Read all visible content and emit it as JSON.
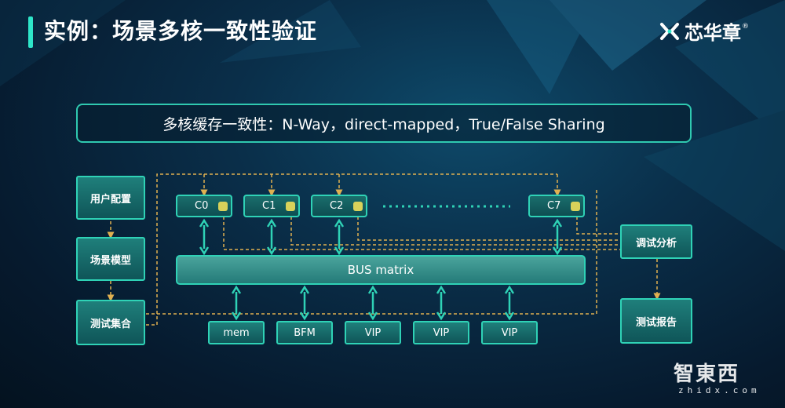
{
  "slide": {
    "title": "实例：场景多核一致性验证",
    "banner": "多核缓存一致性：N-Way，direct-mapped，True/False Sharing"
  },
  "logo": {
    "name": "芯华章",
    "reg": "®"
  },
  "left_flow": {
    "items": [
      "用户配置",
      "场景模型",
      "测试集合"
    ]
  },
  "cores": [
    "C0",
    "C1",
    "C2",
    "C7"
  ],
  "bus_label": "BUS matrix",
  "peripherals": [
    "mem",
    "BFM",
    "VIP",
    "VIP",
    "VIP"
  ],
  "right_flow": {
    "items": [
      "调试分析",
      "测试报告"
    ]
  },
  "watermark": {
    "main": "智東西",
    "sub": "zhidx.com"
  },
  "colors": {
    "accent": "#2fd2b6",
    "cache": "#d8d25a",
    "connector": "#e0b050"
  }
}
